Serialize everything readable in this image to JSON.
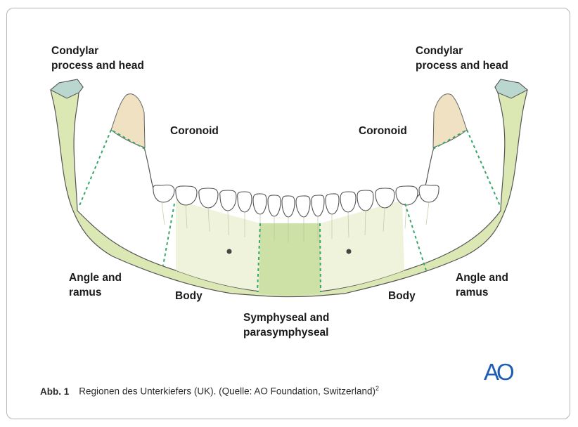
{
  "labels": {
    "condylar_left": "Condylar\nprocess and head",
    "condylar_right": "Condylar\nprocess and head",
    "coronoid_left": "Coronoid",
    "coronoid_right": "Coronoid",
    "angle_left": "Angle and\nramus",
    "angle_right": "Angle and\nramus",
    "body_left": "Body",
    "body_right": "Body",
    "symphyseal": "Symphyseal and\nparasymphyseal"
  },
  "logo": "AO",
  "caption": {
    "figure": "Abb. 1",
    "text": "Regionen des Unterkiefers (UK). (Quelle: AO Foundation, Switzerland)",
    "superscript": "2"
  },
  "colors": {
    "bone_green": "#dbe8b4",
    "ramus_green": "#d0e2a8",
    "symphysis_green": "#cde0a5",
    "body_pale": "#eef2d8",
    "coronoid_beige": "#efe1c2",
    "condyle_blue": "#b9d6cf",
    "dashed_line": "#3aa66a",
    "logo_blue": "#1f5db5"
  }
}
